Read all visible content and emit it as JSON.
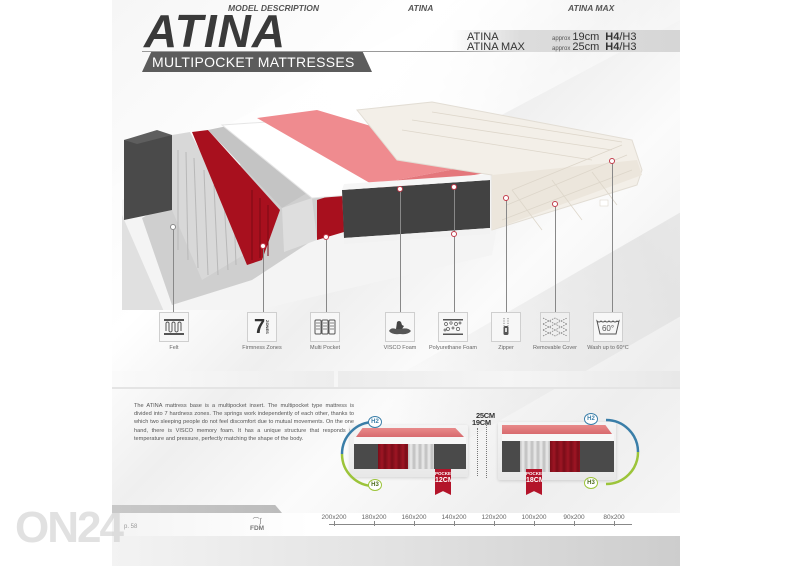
{
  "header": {
    "title": "ATINA",
    "subtitle": "MULTIPOCKET MATTRESSES"
  },
  "specs": [
    {
      "name": "ATINA",
      "approx": "approx",
      "height": "19cm",
      "hardness_primary": "H4",
      "hardness_secondary": "/H3"
    },
    {
      "name": "ATINA MAX",
      "approx": "approx",
      "height": "25cm",
      "hardness_primary": "H4",
      "hardness_secondary": "/H3"
    }
  ],
  "features": [
    {
      "icon": "felt-icon",
      "label": "Felt"
    },
    {
      "icon": "firmness-zones-icon",
      "label": "Firmness Zones",
      "icon_number": "7",
      "icon_text": "ZONES"
    },
    {
      "icon": "multi-pocket-icon",
      "label": "Multi Pocket"
    },
    {
      "icon": "visco-foam-icon",
      "label": "VISCO Foam"
    },
    {
      "icon": "polyurethane-foam-icon",
      "label": "Polyurethane Foam"
    },
    {
      "icon": "zipper-icon",
      "label": "Zipper"
    },
    {
      "icon": "removable-cover-icon",
      "label": "Removable Cover"
    },
    {
      "icon": "wash-icon",
      "label": "Wash up to 60°C",
      "icon_text": "60°"
    }
  ],
  "sections": {
    "model_description": "MODEL DESCRIPTION",
    "atina": "ATINA",
    "atina_max": "ATINA MAX"
  },
  "description": "The ATINA mattress base is a multipocket insert. The multipocket type mattress is divided into 7 hardness zones. The springs work independently of each other, thanks to which two sleeping people do not feel discomfort due to mutual movements. On the one hand, there is VISCO memory foam. It has a unique structure that responds to temperature and pressure, perfectly matching the shape of the body.",
  "diagrams": {
    "atina": {
      "height": "19CM",
      "top_badge": "H2",
      "bottom_badge": "H3",
      "pocket_label": "POCKET",
      "pocket_size": "12CM"
    },
    "atina_max": {
      "height": "25CM",
      "top_badge": "H2",
      "bottom_badge": "H3",
      "pocket_label": "POCKET",
      "pocket_size": "18CM"
    }
  },
  "sizes": [
    "200x200",
    "180x200",
    "160x200",
    "140x200",
    "120x200",
    "100x200",
    "90x200",
    "80x200"
  ],
  "footer": {
    "page": "p. 58",
    "brand": "FDM",
    "watermark": "ON24"
  },
  "colors": {
    "title": "#3a3a3a",
    "subtitle_bar": "#5c5c5c",
    "visco_pink": "#e8787c",
    "pocket_red": "#b3142a",
    "h2_blue": "#3a7ea8",
    "h3_green": "#9cc43a"
  }
}
